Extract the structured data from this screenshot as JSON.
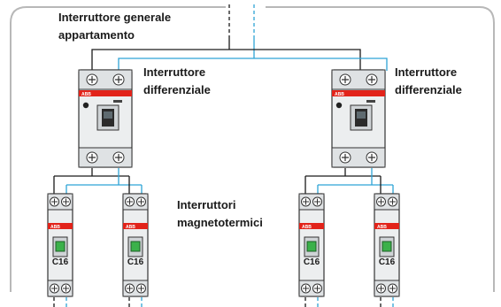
{
  "labels": {
    "main_switch": [
      "Interruttore generale",
      "appartamento"
    ],
    "rcd_left": [
      "Interruttore",
      "differenziale"
    ],
    "rcd_right": [
      "Interruttore",
      "differenziale"
    ],
    "mcb_group": [
      "Interruttori",
      "magnetotermici"
    ]
  },
  "breaker_brand": "ABB",
  "mcb_rating": "C16",
  "colors": {
    "frame": "#b8b8b8",
    "wire_black": "#1a1a1a",
    "wire_blue": "#2ea3d6",
    "brand_red": "#e2231a",
    "device_body": "#eceeef",
    "lever": "#3bb14a"
  }
}
